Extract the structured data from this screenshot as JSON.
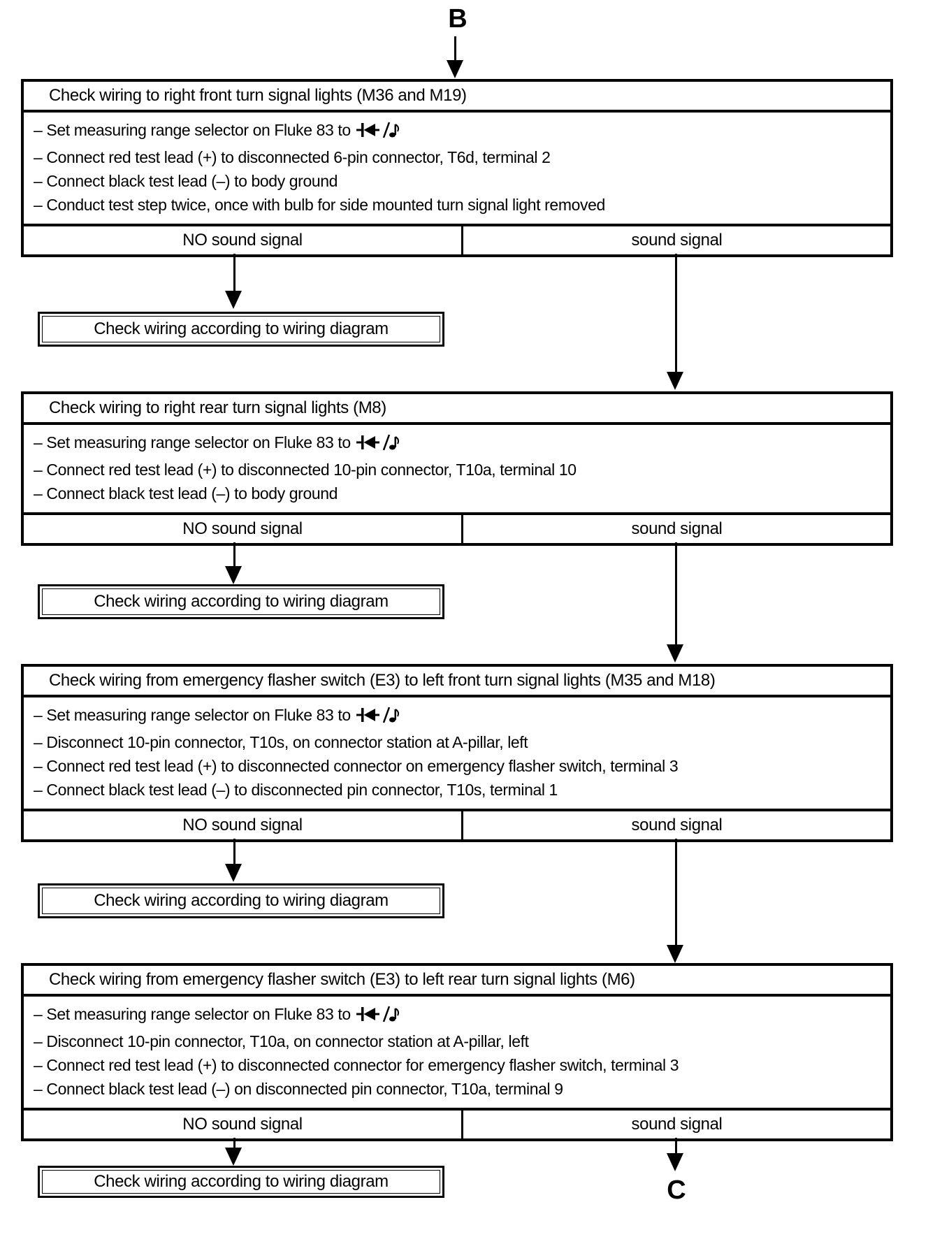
{
  "page": {
    "entry_label": "B",
    "exit_label": "C",
    "wiring_note": "Check wiring according to wiring diagram"
  },
  "outcomes": {
    "negative": "NO sound signal",
    "positive": "sound signal"
  },
  "icons": {
    "measuring_range_symbol": "diode-test / continuity-beeper"
  },
  "steps": [
    {
      "title": "Check wiring to right front turn signal lights (M36 and M19)",
      "instructions": [
        "– Set measuring range selector on Fluke 83 to",
        "– Connect red test lead (+) to disconnected 6-pin connector, T6d, terminal 2",
        "– Connect black test lead (–) to body ground",
        "– Conduct test step twice, once with bulb for side mounted turn signal light removed"
      ]
    },
    {
      "title": "Check wiring to right rear turn signal lights (M8)",
      "instructions": [
        "– Set measuring range selector on Fluke 83 to",
        "– Connect red test lead (+) to disconnected 10-pin connector, T10a, terminal 10",
        "– Connect black test lead (–) to body ground"
      ]
    },
    {
      "title": "Check wiring from emergency flasher switch (E3) to left front turn signal lights (M35 and M18)",
      "instructions": [
        "– Set measuring range selector on Fluke 83 to",
        "– Disconnect 10-pin connector, T10s, on connector station at A-pillar, left",
        "– Connect red test lead (+) to disconnected connector on emergency flasher switch, terminal 3",
        "– Connect black test lead (–) to disconnected pin connector, T10s, terminal 1"
      ]
    },
    {
      "title": "Check wiring from emergency flasher switch (E3) to left rear turn signal lights (M6)",
      "instructions": [
        "– Set measuring range selector on Fluke 83 to",
        "– Disconnect 10-pin connector, T10a, on connector station at A-pillar, left",
        "– Connect red test lead (+) to disconnected connector for emergency flasher switch, terminal 3",
        "– Connect black test lead (–) on disconnected pin connector, T10a, terminal 9"
      ]
    }
  ]
}
